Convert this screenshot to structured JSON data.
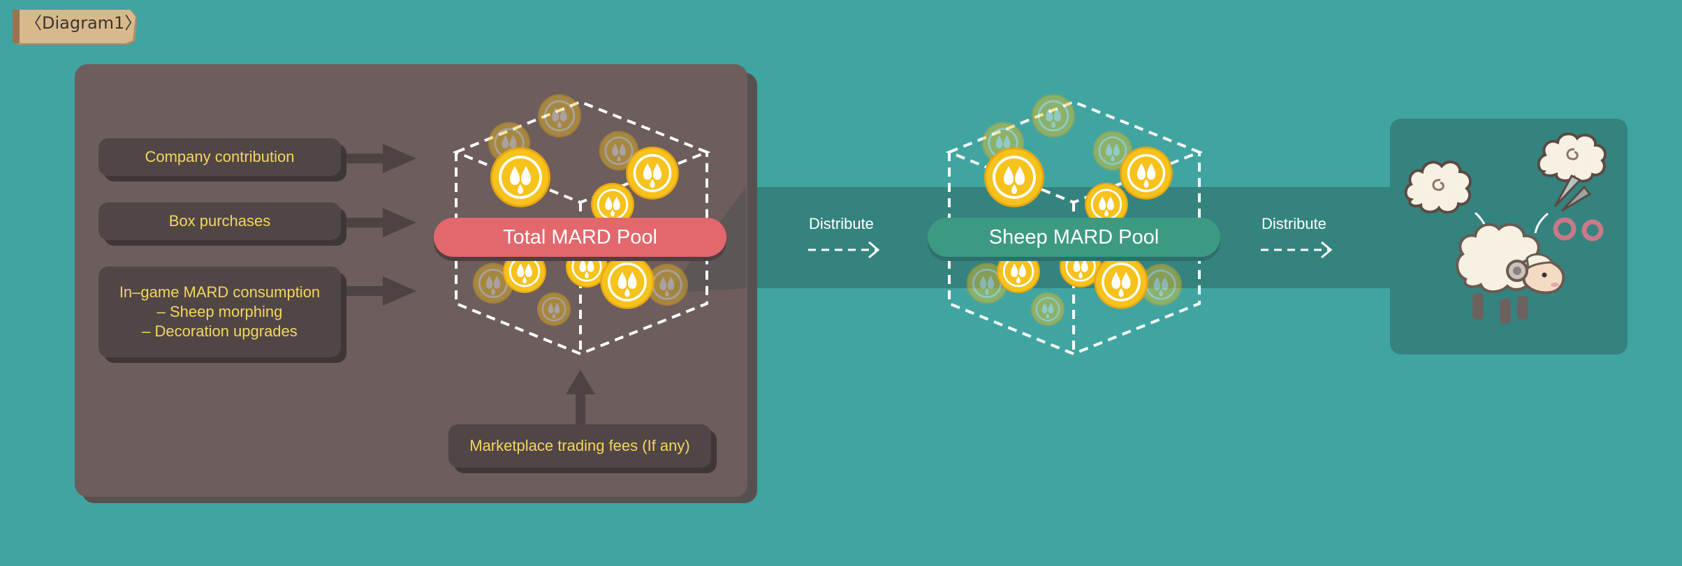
{
  "tag": {
    "label": "〈Diagram1〉"
  },
  "sources": {
    "company": "Company contribution",
    "box": "Box purchases",
    "ingame": "In–game MARD consumption\n– Sheep morphing\n– Decoration upgrades",
    "marketplace": "Marketplace trading fees (If any)"
  },
  "pools": {
    "total": "Total MARD Pool",
    "sheep": "Sheep MARD Pool"
  },
  "flow": {
    "distribute_1": "Distribute",
    "distribute_2": "Distribute"
  },
  "colors": {
    "background": "#40a5a1",
    "panel": "#6d5d5c",
    "source_box": "#514646",
    "source_text": "#f3d65e",
    "total_pool": "#e2686d",
    "sheep_pool": "#3d9a82",
    "coin": "#f6c21b"
  },
  "icons": [
    "mard-coin-icon",
    "arrow-right-icon",
    "arrow-up-icon",
    "wool-icon",
    "sheep-icon",
    "scissors-icon"
  ]
}
